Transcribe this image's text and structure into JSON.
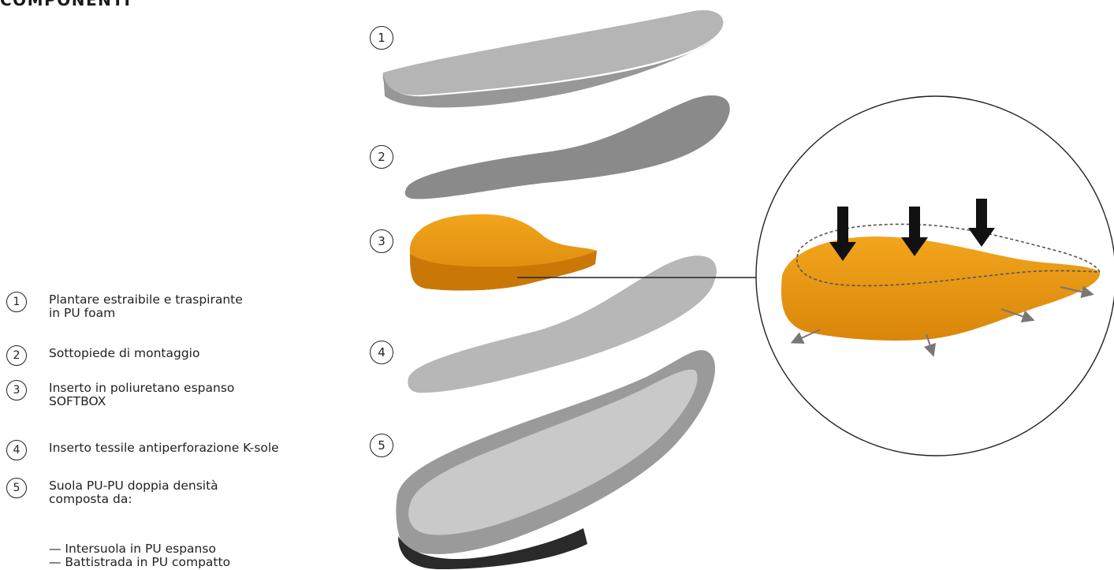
{
  "title": "COMPONENTI",
  "legend": [
    {
      "num": "1",
      "lines": [
        "Plantare estraibile e traspirante",
        "in PU foam"
      ]
    },
    {
      "num": "2",
      "lines": [
        "Sottopiede di montaggio"
      ]
    },
    {
      "num": "3",
      "lines": [
        "Inserto in poliuretano espanso",
        "SOFTBOX"
      ]
    },
    {
      "num": "4",
      "lines": [
        "Inserto tessile antiperforazione K-sole"
      ]
    },
    {
      "num": "5",
      "lines": [
        "Suola PU-PU doppia densità",
        "composta da:"
      ]
    }
  ],
  "sub_items": [
    "— Intersuola in PU espanso",
    "— Battistrada in PU compatto"
  ],
  "badges": [
    "1",
    "2",
    "3",
    "4",
    "5"
  ],
  "colors": {
    "gray_dark": "#8f8f8f",
    "gray_light": "#b9b9b9",
    "orange": "#e99a12",
    "outline": "#222222"
  }
}
